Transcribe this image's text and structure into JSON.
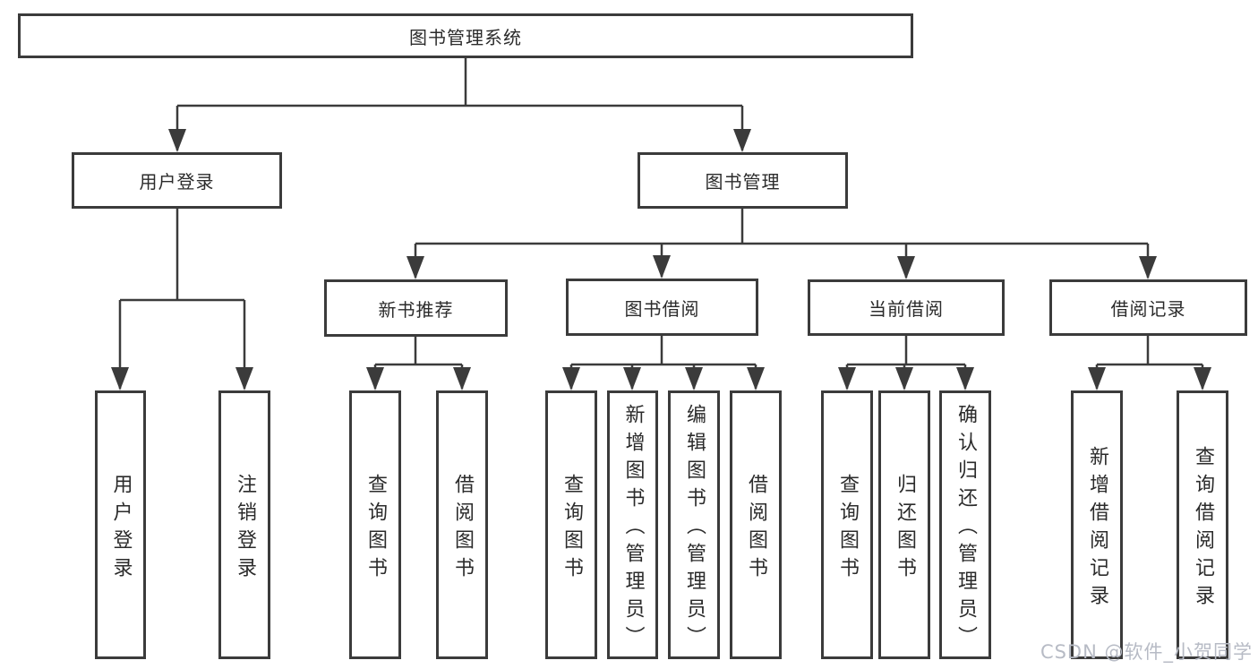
{
  "tree": {
    "root": {
      "label": "图书管理系统",
      "children": [
        {
          "label": "用户登录",
          "children": [
            {
              "label": "用户登录"
            },
            {
              "label": "注销登录"
            }
          ]
        },
        {
          "label": "图书管理",
          "children": [
            {
              "label": "新书推荐",
              "children": [
                {
                  "label": "查询图书"
                },
                {
                  "label": "借阅图书"
                }
              ]
            },
            {
              "label": "图书借阅",
              "children": [
                {
                  "label": "查询图书"
                },
                {
                  "label": "新增图书（管理员）"
                },
                {
                  "label": "编辑图书（管理员）"
                },
                {
                  "label": "借阅图书"
                }
              ]
            },
            {
              "label": "当前借阅",
              "children": [
                {
                  "label": "查询图书"
                },
                {
                  "label": "归还图书"
                },
                {
                  "label": "确认归还（管理员）"
                }
              ]
            },
            {
              "label": "借阅记录",
              "children": [
                {
                  "label": "新增借阅记录"
                },
                {
                  "label": "查询借阅记录"
                }
              ]
            }
          ]
        }
      ]
    }
  },
  "watermark": {
    "text": "CSDN @软件_小贺同学"
  },
  "colors": {
    "line": "#3b3b3b",
    "box_border": "#3b3b3b",
    "text": "#2b2b2b",
    "background": "#ffffff",
    "watermark": "#b7bbc5"
  }
}
